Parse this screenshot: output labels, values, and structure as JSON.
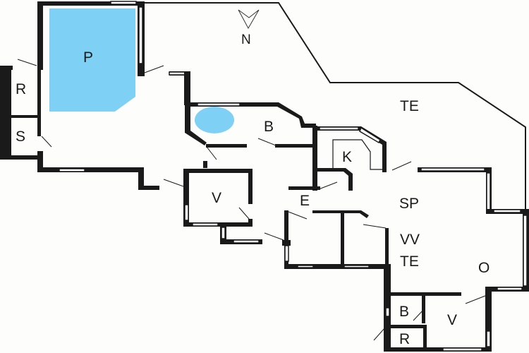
{
  "title": "Floor plan",
  "compass": {
    "label": "N"
  },
  "colors": {
    "pool": "#7fd0f5",
    "wall": "#1a1a1a",
    "background": "#fdfdfb"
  },
  "rooms": {
    "pool": "P",
    "utility_1": "R",
    "storage": "S",
    "bathroom_1": "B",
    "terrace_top": "TE",
    "kitchen": "K",
    "bedroom_1": "V",
    "entrance": "E",
    "living_dining": "SP",
    "living_room": "VV",
    "terrace_mid": "TE",
    "open_area": "O",
    "bathroom_2": "B",
    "utility_2": "R",
    "bedroom_2": "V"
  }
}
